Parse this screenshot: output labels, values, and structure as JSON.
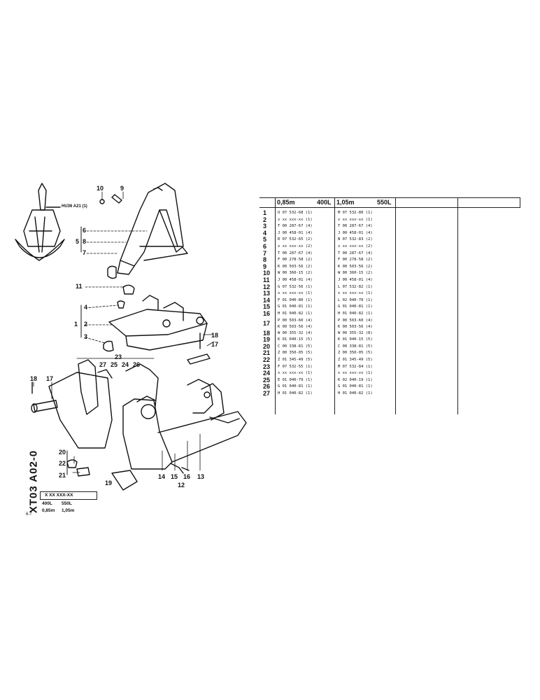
{
  "document": {
    "code": "XT03 A02-0",
    "page_mark": "6-7",
    "key_box": "X XX XXX-XX",
    "key_sizes": [
      "400L",
      "550L"
    ],
    "key_widths": [
      "0,85m",
      "1,05m"
    ]
  },
  "inset_reference": "HU36 A21 (1)",
  "callouts": [
    "10",
    "9",
    "6",
    "5",
    "8",
    "7",
    "11",
    "4",
    "1",
    "2",
    "3",
    "18",
    "17",
    "23",
    "27",
    "25",
    "24",
    "26",
    "18",
    "17",
    "20",
    "22",
    "21",
    "19",
    "14",
    "15",
    "12",
    "16",
    "13"
  ],
  "table": {
    "headers": [
      "0,85m",
      "400L",
      "1,05m",
      "550L"
    ],
    "rows": [
      {
        "n": "1",
        "a": "U 07 532-68 (1)",
        "b": "M 07 532-80 (1)"
      },
      {
        "n": "2",
        "a": "x xx xxx-xx (1)",
        "b": "x xx xxx-xx (1)"
      },
      {
        "n": "3",
        "a": "T 00 287-67 (4)",
        "b": "T 00 287-67 (4)"
      },
      {
        "n": "4",
        "a": "J 00 458-01 (4)",
        "b": "J 00 458-01 (4)"
      },
      {
        "n": "5",
        "a": "R 07 532-65 (2)",
        "b": "N 07 532-83 (2)"
      },
      {
        "n": "6",
        "a": "x xx xxx-xx (2)",
        "b": "x xx xxx-xx (2)"
      },
      {
        "n": "7",
        "a": "T 00 287-67 (4)",
        "b": "T 00 287-67 (4)"
      },
      {
        "n": "8",
        "a": "F 00 278-58 (2)",
        "b": "F 00 278-58 (2)"
      },
      {
        "n": "9",
        "a": "K 00 503-56 (2)",
        "b": "K 00 503-56 (2)"
      },
      {
        "n": "10",
        "a": "W 00 360-15 (2)",
        "b": "W 00 360-15 (2)"
      },
      {
        "n": "11",
        "a": "J 00 458-01 (4)",
        "b": "J 00 458-01 (4)"
      },
      {
        "n": "12",
        "a": "G 07 532-56 (1)",
        "b": "L 07 532-82 (1)"
      },
      {
        "n": "13",
        "a": "x xx xxx-xx (1)",
        "b": "x xx xxx-xx (1)"
      },
      {
        "n": "14",
        "a": "F 01 040-80 (1)",
        "b": "L 02 040-70 (1)"
      },
      {
        "n": "15",
        "a": "G 01 040-81 (1)",
        "b": "G 01 040-81 (1)"
      },
      {
        "n": "16",
        "a": "H 01 040-82 (1)",
        "b": "H 01 040-82 (1)"
      },
      {
        "n": "17",
        "a": "P 00 503-60 (4)",
        "b": "P 00 503-60 (4)",
        "a2": "K 00 503-56 (4)",
        "b2": "K 00 503-56 (4)"
      },
      {
        "n": "18",
        "a": "W 00 355-32 (4)",
        "b": "W 00 355-32 (8)"
      },
      {
        "n": "19",
        "a": "K 01 040-15 (5)",
        "b": "K 01 040-15 (5)"
      },
      {
        "n": "20",
        "a": "C 00 338-81 (5)",
        "b": "C 00 338-81 (5)"
      },
      {
        "n": "21",
        "a": "Z 00 350-05 (5)",
        "b": "Z 00 350-05 (5)"
      },
      {
        "n": "22",
        "a": "Z 01 345-49 (5)",
        "b": "Z 01 345-49 (5)"
      },
      {
        "n": "23",
        "a": "F 07 532-55 (1)",
        "b": "M 07 532-84 (1)"
      },
      {
        "n": "24",
        "a": "x xx xxx-xx (1)",
        "b": "x xx xxx-xx (1)"
      },
      {
        "n": "25",
        "a": "E 01 040-79 (1)",
        "b": "K 02 040-19 (1)"
      },
      {
        "n": "26",
        "a": "G 01 040-81 (1)",
        "b": "G 01 040-81 (1)"
      },
      {
        "n": "27",
        "a": "H 01 040-82 (1)",
        "b": "H 01 040-82 (1)"
      }
    ]
  }
}
